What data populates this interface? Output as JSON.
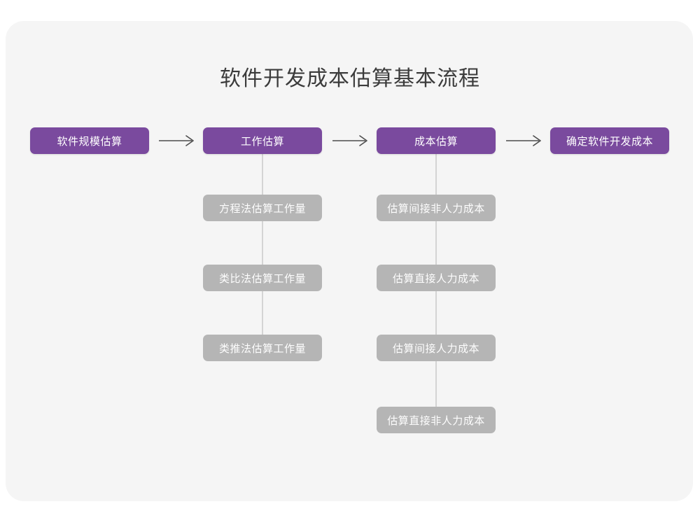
{
  "page": {
    "title": "软件开发成本估算基本流程",
    "background_color": "#ffffff",
    "card_color": "#f5f5f5"
  },
  "colors": {
    "primary": "#7a4a9e",
    "secondary": "#b5b5b5",
    "title_text": "#3b3b3b",
    "primary_text": "#ffffff",
    "secondary_text": "#fdfdfd",
    "connector": "#d4d4d4",
    "arrow": "#4d4d4d"
  },
  "flow": {
    "stages": [
      {
        "id": "stage-1",
        "label": "软件规模估算",
        "substeps": []
      },
      {
        "id": "stage-2",
        "label": "工作估算",
        "substeps": [
          {
            "label": "方程法估算工作量"
          },
          {
            "label": "类比法估算工作量"
          },
          {
            "label": "类推法估算工作量"
          }
        ]
      },
      {
        "id": "stage-3",
        "label": "成本估算",
        "substeps": [
          {
            "label": "估算间接非人力成本"
          },
          {
            "label": "估算直接人力成本"
          },
          {
            "label": "估算间接人力成本"
          },
          {
            "label": "估算直接非人力成本"
          }
        ]
      },
      {
        "id": "stage-4",
        "label": "确定软件开发成本",
        "substeps": []
      }
    ],
    "connectors": [
      {
        "name": "arrow-stage1-to-stage2",
        "glyph": "right-arrow"
      },
      {
        "name": "arrow-stage2-to-stage3",
        "glyph": "right-arrow"
      },
      {
        "name": "arrow-stage3-to-stage4",
        "glyph": "right-arrow"
      }
    ]
  }
}
